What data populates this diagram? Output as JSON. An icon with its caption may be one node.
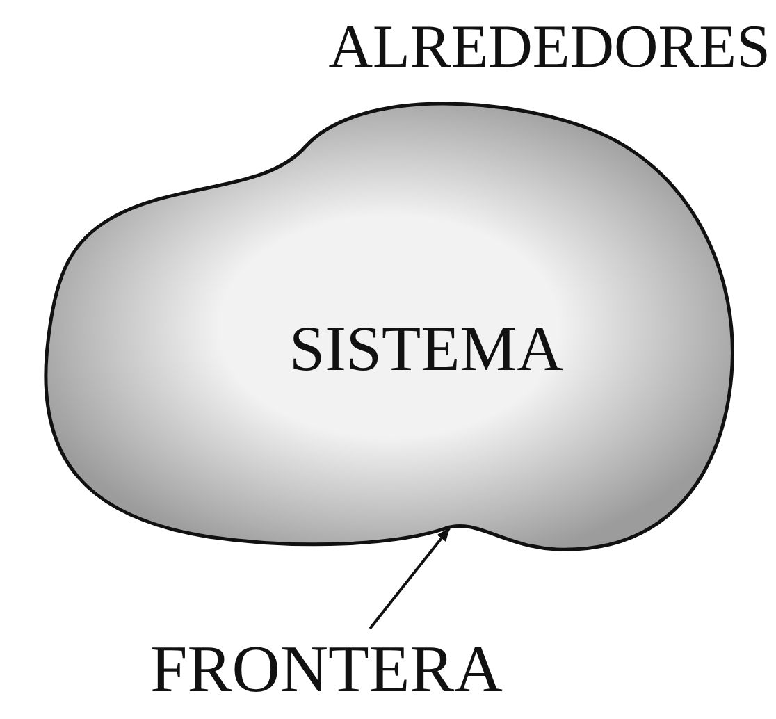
{
  "diagram": {
    "nodes": [
      {
        "text": [
          "SISTEMA"
        ]
      },
      {
        "text": [
          "FRONTERA"
        ]
      }
    ],
    "edges": [
      {
        "from": 1,
        "to": 0,
        "arrow": "to"
      }
    ],
    "labels": [
      "ALREDEDORES"
    ]
  }
}
